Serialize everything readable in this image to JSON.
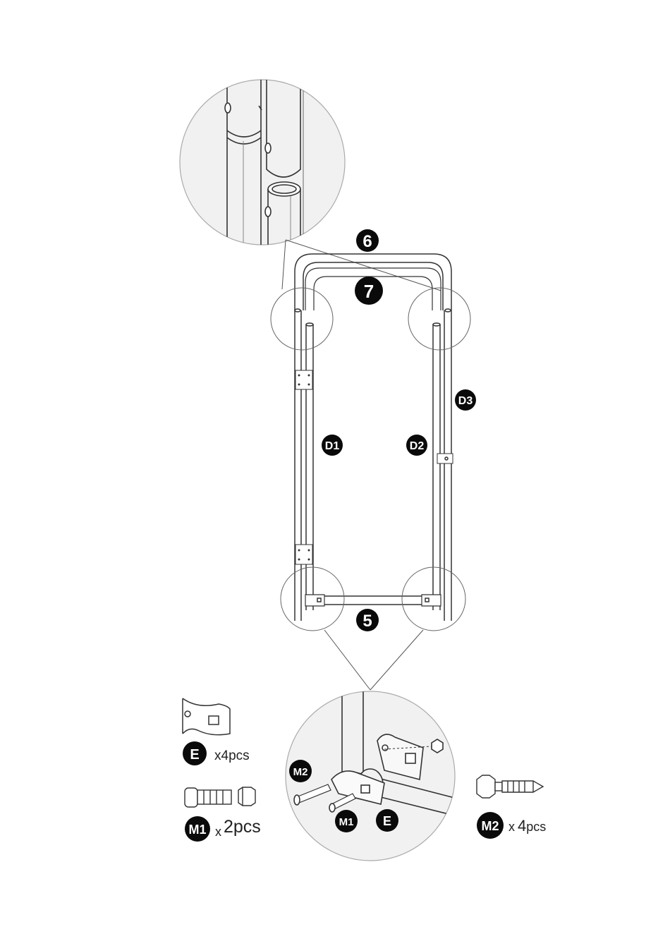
{
  "labels": {
    "part6": "6",
    "part7": "7",
    "part5": "5",
    "d1": "D1",
    "d2": "D2",
    "d3": "D3",
    "detail_m2": "M2",
    "detail_m1": "M1",
    "detail_e": "E"
  },
  "hardware": {
    "e": {
      "label": "E",
      "qty_prefix": "x",
      "qty": "4pcs"
    },
    "m1": {
      "label": "M1",
      "qty_prefix": "x",
      "qty": "2pcs"
    },
    "m2": {
      "label": "M2",
      "qty_prefix": "x",
      "qty_num": "4",
      "qty_unit": "pcs"
    }
  },
  "colors": {
    "line": "#333333",
    "badge": "#0a0a0a",
    "lens_fill": "#f2f2f2"
  }
}
